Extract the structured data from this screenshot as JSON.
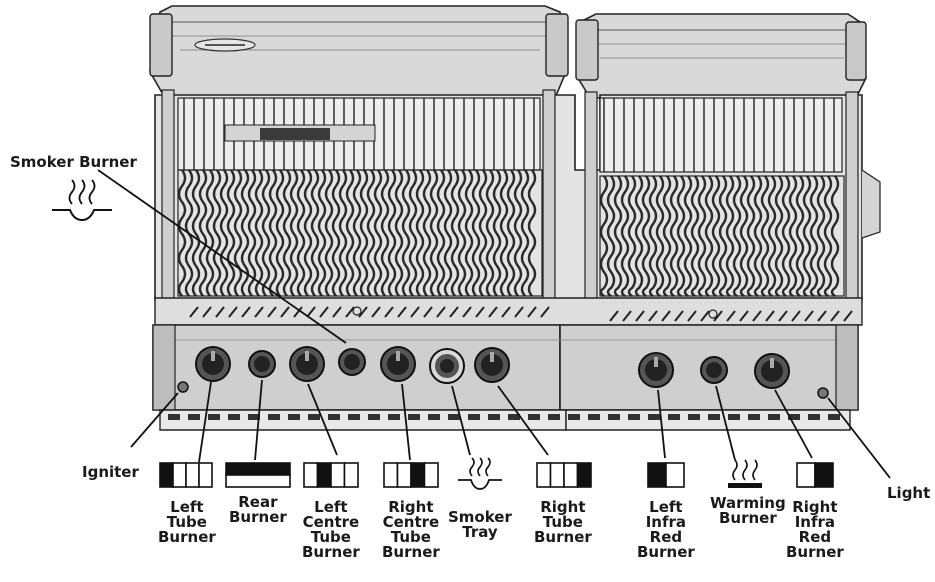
{
  "callouts": {
    "smoker_burner": "Smoker Burner",
    "igniter": "Igniter",
    "light": "Light"
  },
  "controls": [
    {
      "lines": [
        "Left",
        "Tube",
        "Burner"
      ],
      "icon": "left-tube-burner-icon"
    },
    {
      "lines": [
        "Rear",
        "Burner"
      ],
      "icon": "rear-burner-icon"
    },
    {
      "lines": [
        "Left",
        "Centre",
        "Tube",
        "Burner"
      ],
      "icon": "left-centre-tube-burner-icon"
    },
    {
      "lines": [
        "Right",
        "Centre",
        "Tube",
        "Burner"
      ],
      "icon": "right-centre-tube-burner-icon"
    },
    {
      "lines": [
        "Smoker",
        "Tray"
      ],
      "icon": "smoker-tray-icon"
    },
    {
      "lines": [
        "Right",
        "Tube",
        "Burner"
      ],
      "icon": "right-tube-burner-icon"
    },
    {
      "lines": [
        "Left",
        "Infra",
        "Red",
        "Burner"
      ],
      "icon": "left-infrared-burner-icon"
    },
    {
      "lines": [
        "Warming",
        "Burner"
      ],
      "icon": "warming-burner-icon"
    },
    {
      "lines": [
        "Right",
        "Infra",
        "Red",
        "Burner"
      ],
      "icon": "right-infrared-burner-icon"
    }
  ]
}
